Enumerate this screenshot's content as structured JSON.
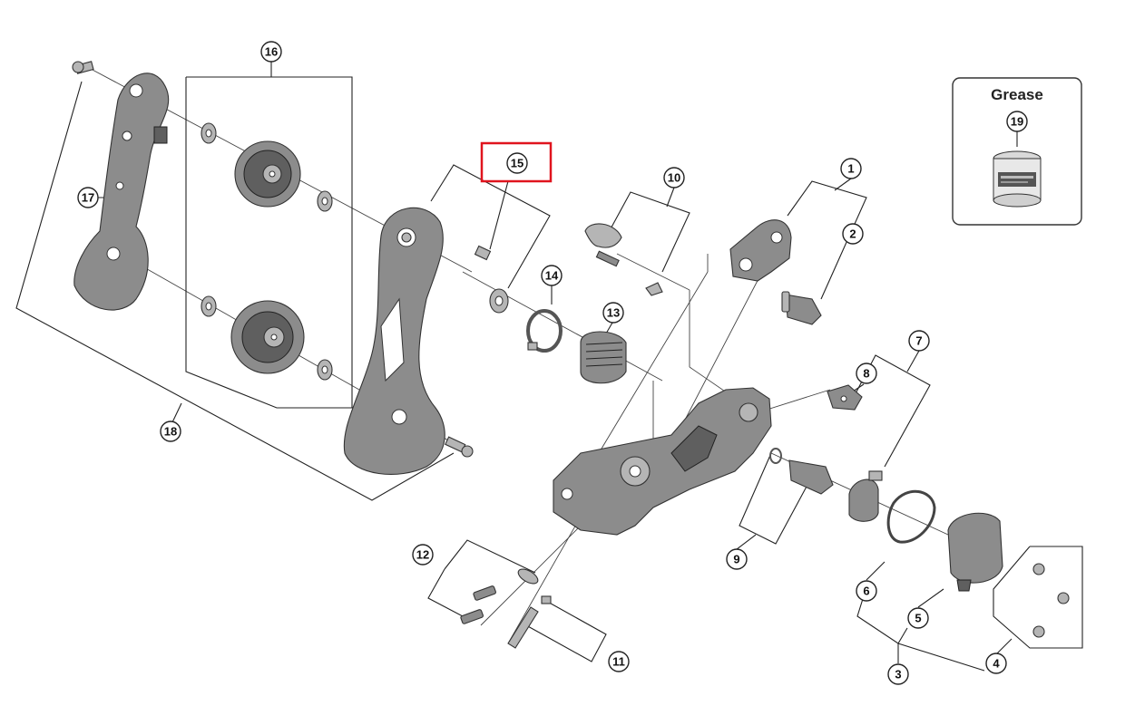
{
  "callouts": {
    "c1": "1",
    "c2": "2",
    "c3": "3",
    "c4": "4",
    "c5": "5",
    "c6": "6",
    "c7": "7",
    "c8": "8",
    "c9": "9",
    "c10": "10",
    "c11": "11",
    "c12": "12",
    "c13": "13",
    "c14": "14",
    "c15": "15",
    "c16": "16",
    "c17": "17",
    "c18": "18",
    "c19": "19"
  },
  "grease_box": {
    "title": "Grease"
  },
  "highlight": {
    "target": "15",
    "color": "#e0141e"
  }
}
